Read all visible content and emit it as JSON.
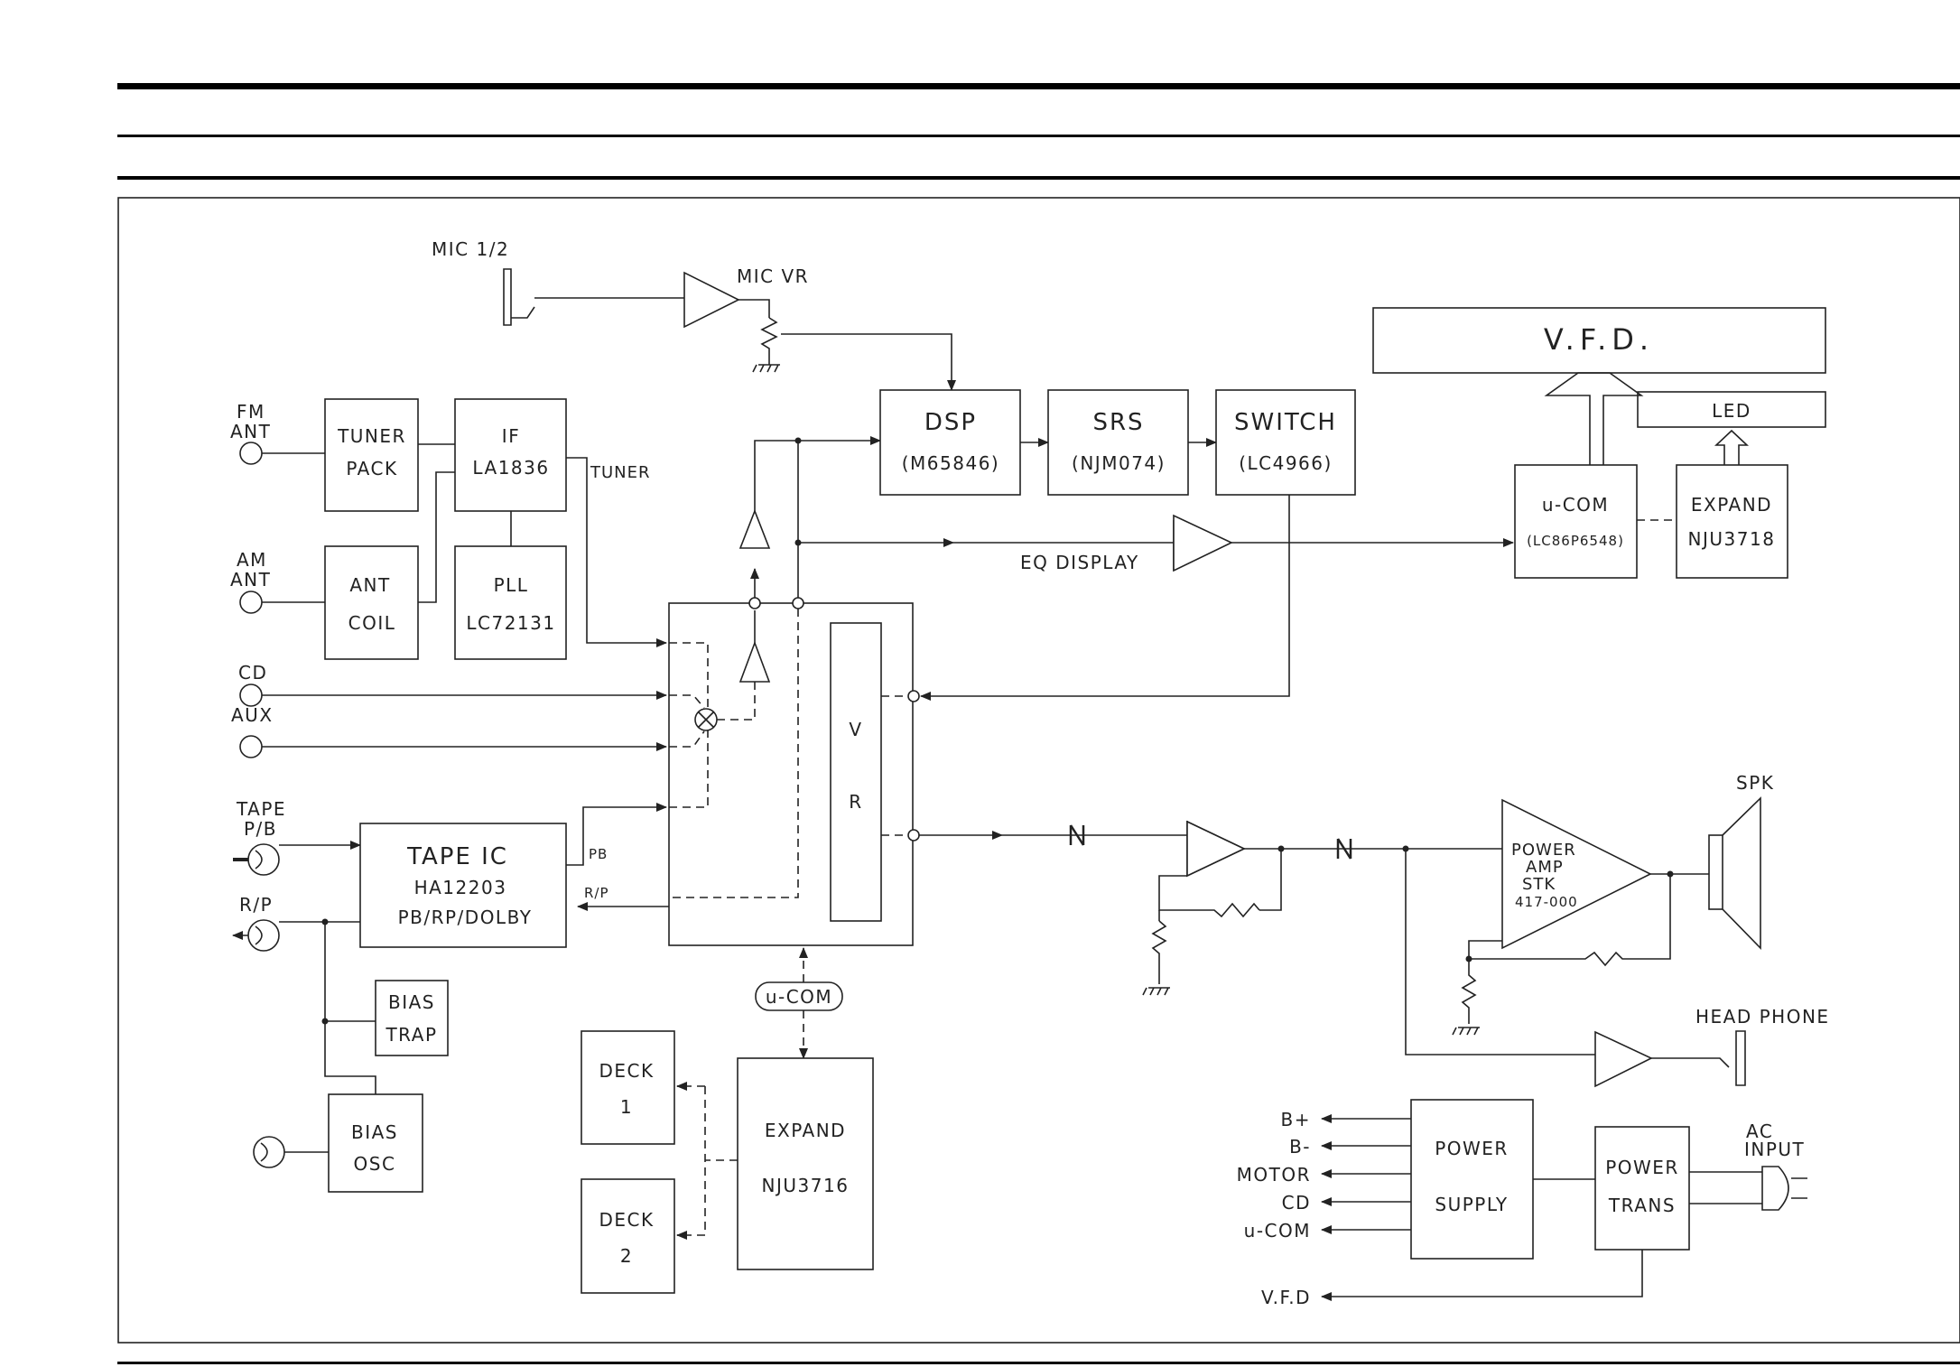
{
  "labels": {
    "mic": "MIC 1/2",
    "mic_vr": "MIC VR",
    "fm_ant_1": "FM",
    "fm_ant_2": "ANT",
    "am_ant_1": "AM",
    "am_ant_2": "ANT",
    "tuner_signal": "TUNER",
    "cd": "CD",
    "aux": "AUX",
    "tape_pb_1": "TAPE",
    "tape_pb_2": "P/B",
    "rp": "R/P",
    "pb_line": "PB",
    "rp_line": "R/P",
    "eq_display": "EQ DISPLAY",
    "spk": "SPK",
    "head_phone": "HEAD PHONE",
    "ac_input_1": "AC",
    "ac_input_2": "INPUT",
    "ucom_bus": "u-COM"
  },
  "blocks": {
    "tuner_pack": [
      "TUNER",
      "PACK"
    ],
    "if": [
      "IF",
      "LA1836"
    ],
    "ant_coil": [
      "ANT",
      "COIL"
    ],
    "pll": [
      "PLL",
      "LC72131"
    ],
    "dsp": [
      "DSP",
      "(M65846)"
    ],
    "srs": [
      "SRS",
      "(NJM074)"
    ],
    "switch": [
      "SWITCH",
      "(LC4966)"
    ],
    "vfd": "V.F.D.",
    "led": "LED",
    "ucom": [
      "u-COM",
      "(LC86P6548)"
    ],
    "expand_top": [
      "EXPAND",
      "NJU3718"
    ],
    "vr": [
      "V",
      "R"
    ],
    "tape_ic": [
      "TAPE IC",
      "HA12203",
      "PB/RP/DOLBY"
    ],
    "bias_trap": [
      "BIAS",
      "TRAP"
    ],
    "bias_osc": [
      "BIAS",
      "OSC"
    ],
    "deck1": [
      "DECK",
      "1"
    ],
    "deck2": [
      "DECK",
      "2"
    ],
    "expand_bottom": [
      "EXPAND",
      "NJU3716"
    ],
    "power_amp": [
      "POWER",
      "AMP",
      "STK",
      "417-000"
    ],
    "power_supply": [
      "POWER",
      "SUPPLY"
    ],
    "power_trans": [
      "POWER",
      "TRANS"
    ]
  },
  "power_outputs": [
    "B+",
    "B-",
    "MOTOR",
    "CD",
    "u-COM",
    "V.F.D"
  ]
}
